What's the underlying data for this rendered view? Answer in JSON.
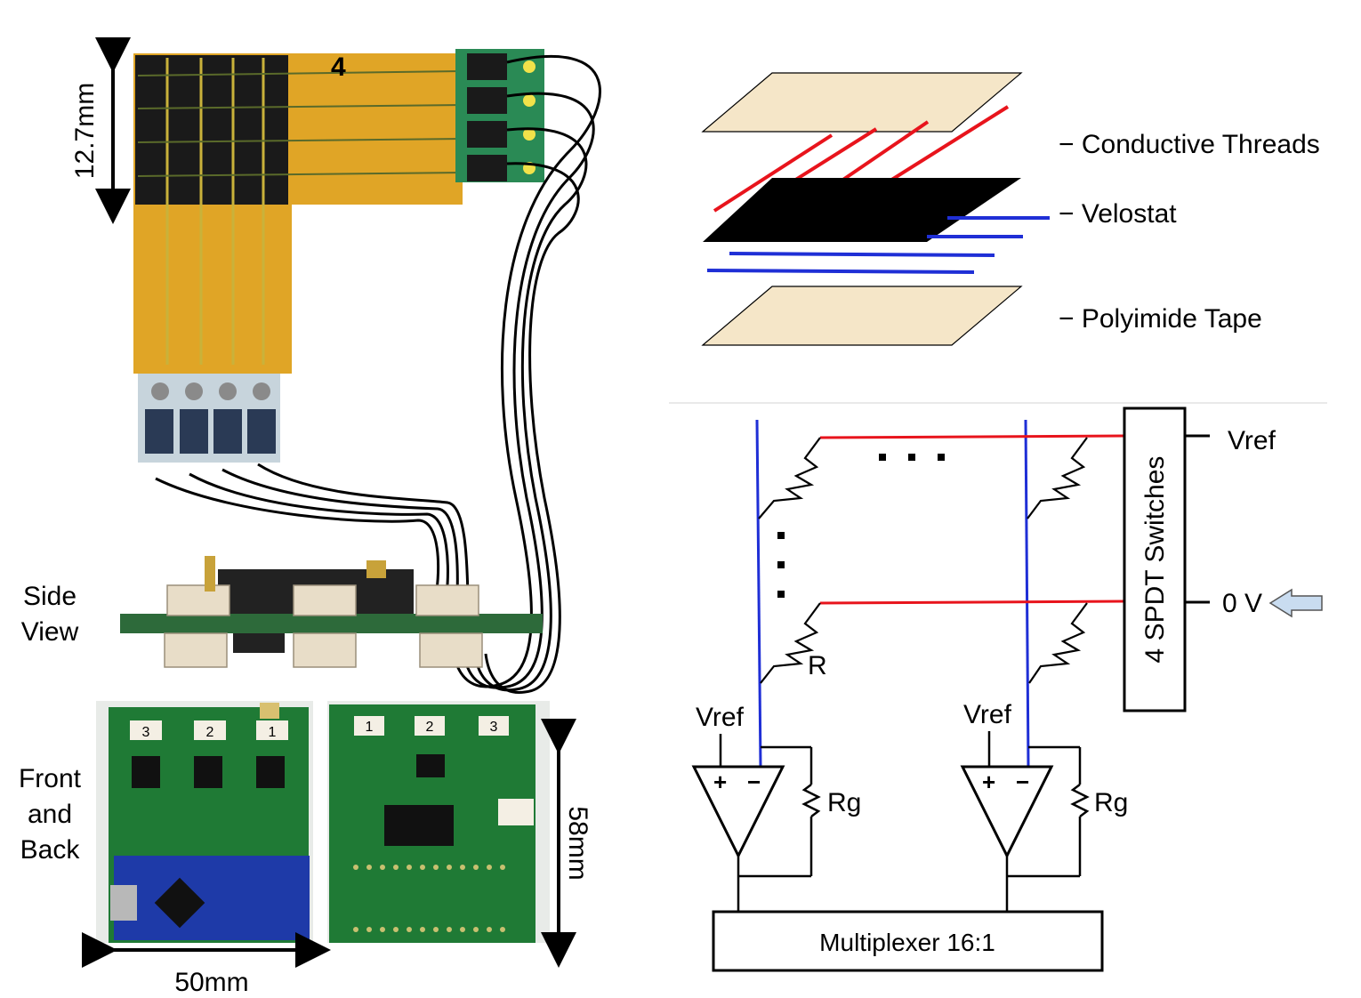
{
  "photo": {
    "sensor_dimension": "12.7mm",
    "side_view_line1": "Side",
    "side_view_line2": "View",
    "front_back_line1": "Front",
    "front_back_line2": "and",
    "front_back_line3": "Back",
    "width_dimension": "50mm",
    "height_dimension": "58mm",
    "connector_labels": [
      "3",
      "2",
      "1"
    ],
    "back_connector_labels": [
      "1",
      "2",
      "3"
    ]
  },
  "layers": {
    "conductive_threads": "− Conductive Threads",
    "velostat": "− Velostat",
    "polyimide_tape": "− Polyimide Tape"
  },
  "circuit": {
    "switch_box": "4 SPDT Switches",
    "vref_right": "Vref",
    "zero_v": "0 V",
    "resistor_r": "R",
    "vref_left": "Vref",
    "vref_middle": "Vref",
    "rg_left": "Rg",
    "rg_right": "Rg",
    "plus": "+",
    "minus": "−",
    "multiplexer": "Multiplexer 16:1",
    "dots_h": "· · ·"
  },
  "colors": {
    "tape": "#f5e6c8",
    "velostat": "#000000",
    "thread_red": "#e8141c",
    "thread_blue": "#1f2fd6",
    "kapton": "#e0a526",
    "pcb_green": "#1f7a35",
    "nano_blue": "#1e3aa8",
    "arrow_fill": "#c9dcf0"
  }
}
